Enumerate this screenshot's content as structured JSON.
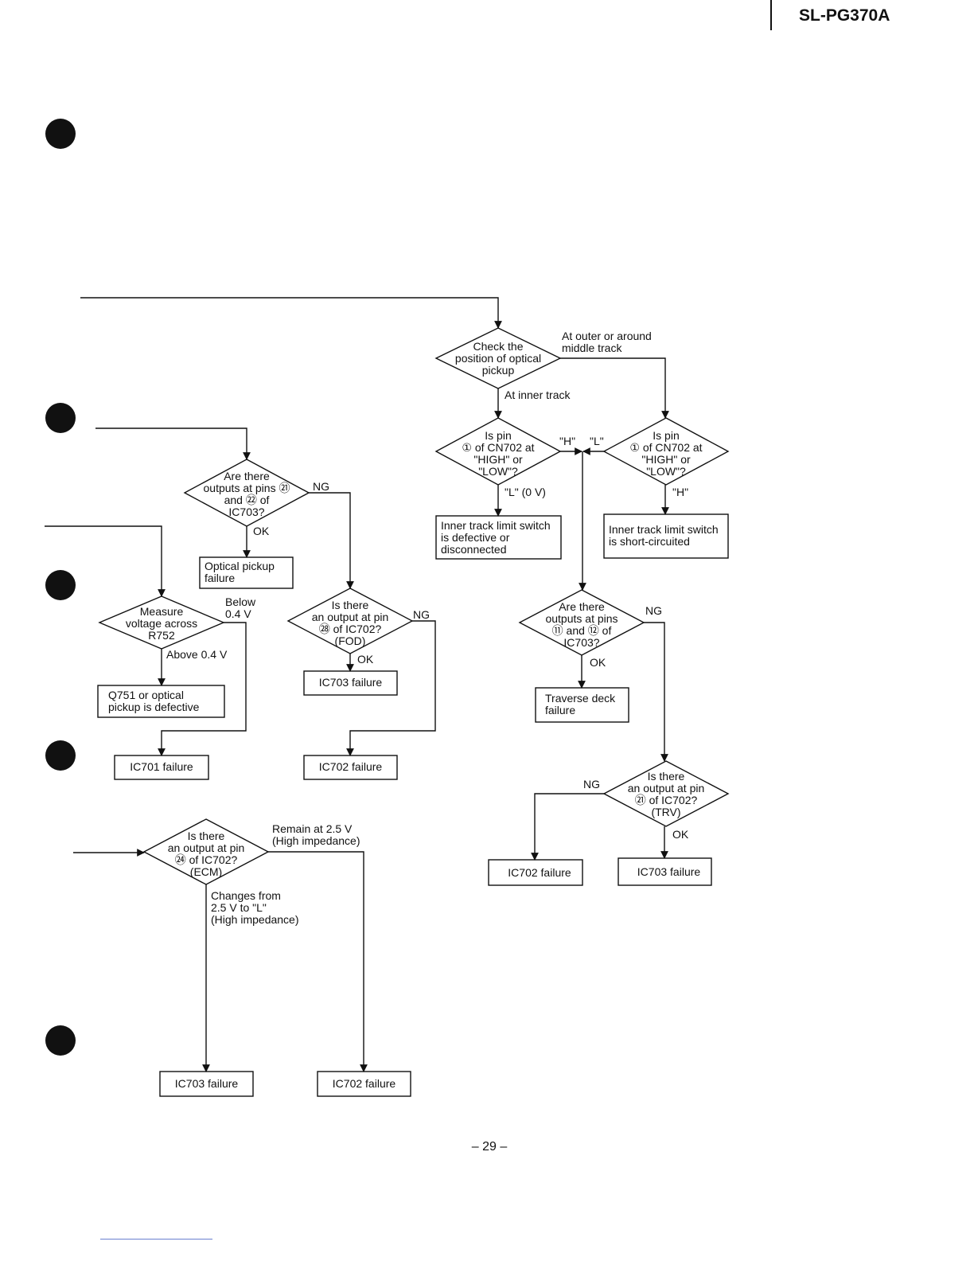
{
  "header": {
    "model": "SL-PG370A"
  },
  "footer": {
    "page_number": "– 29 –"
  },
  "decisions": {
    "check_position": "Check the\nposition of optical\npickup",
    "pin1_left": "Is pin\n① of CN702 at\n\"HIGH\" or\n\"LOW\"?",
    "pin1_right": "Is pin\n① of CN702 at\n\"HIGH\" or\n\"LOW\"?",
    "outputs_21_22": "Are there\noutputs at pins ㉑\nand ㉒ of\nIC703?",
    "measure_r752": "Measure\nvoltage across\nR752",
    "output_28_fod": "Is there\nan output at pin\n㉘ of IC702?\n(FOD)",
    "outputs_17_18": "Are there\noutputs at pins\n⑪ and ⑫ of\nIC703?",
    "output_21_trv": "Is there\nan output at pin\n㉑ of IC702?\n(TRV)",
    "output_24_ecm": "Is there\nan output at pin\n㉔ of IC702?\n(ECM)"
  },
  "results": {
    "inner_switch_defective": "Inner track limit switch\nis defective or\ndisconnected",
    "inner_switch_shorted": "Inner track limit switch\nis short-circuited",
    "optical_pickup_failure": "Optical pickup\nfailure",
    "q751_defective": "Q751 or optical\npickup is defective",
    "ic701_failure": "IC701 failure",
    "ic703_failure_a": "IC703 failure",
    "ic702_failure_a": "IC702 failure",
    "traverse_deck_failure": "Traverse deck\nfailure",
    "ic702_failure_b": "IC702 failure",
    "ic703_failure_b": "IC703 failure",
    "ic703_failure_c": "IC703 failure",
    "ic702_failure_c": "IC702 failure"
  },
  "edge_labels": {
    "outer_middle": "At outer or around\nmiddle track",
    "inner_track": "At inner track",
    "h_left": "\"H\"",
    "l_right": "\"L\"",
    "l_0v": "\"L\" (0 V)",
    "h_right": "\"H\"",
    "ng_21_22": "NG",
    "ok_21_22": "OK",
    "below_04": "Below\n0.4 V",
    "above_04": "Above 0.4 V",
    "ng_fod": "NG",
    "ok_fod": "OK",
    "ng_17_18": "NG",
    "ok_17_18": "OK",
    "ng_trv": "NG",
    "ok_trv": "OK",
    "remain_25": "Remain at 2.5 V\n(High impedance)",
    "changes_from": "Changes from\n2.5 V to \"L\"\n(High impedance)"
  }
}
